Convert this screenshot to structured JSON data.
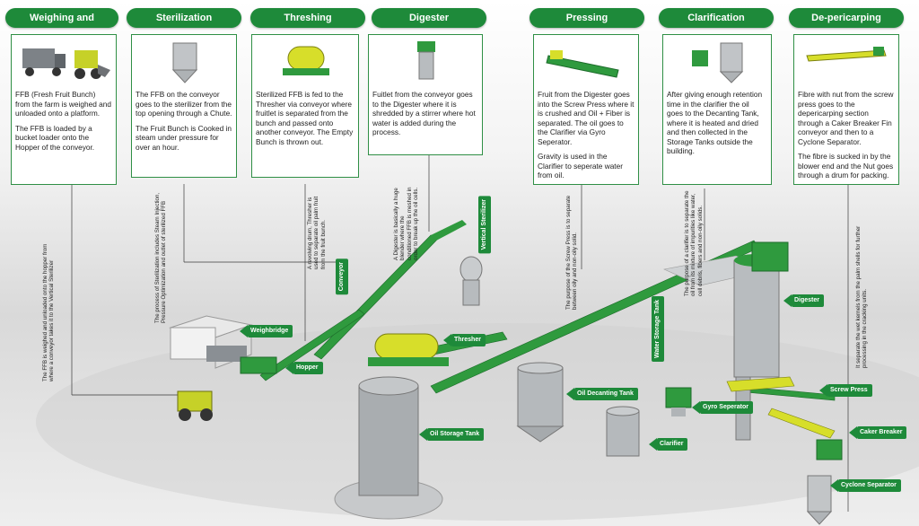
{
  "headers": [
    "Weighing and Uploading",
    "Sterilization",
    "Threshing",
    "Digester",
    "Pressing",
    "Clarification",
    "De-pericarping"
  ],
  "boxes": [
    {
      "p1": "FFB (Fresh Fruit Bunch) from the farm is weighed and unloaded onto a platform.",
      "p2": "The FFB is loaded by a bucket loader onto the Hopper of the conveyor."
    },
    {
      "p1": "The FFB on the conveyor goes to the sterilizer from the top opening through a Chute.",
      "p2": "The Fruit Bunch is Cooked in steam under pressure for over an hour."
    },
    {
      "p1": "Sterilized FFB is fed to the Thresher via conveyor where fruitlet is separated from the bunch and passed onto another conveyor. The Empty Bunch is thrown out."
    },
    {
      "p1": "Fuitlet from the conveyor goes to the Digester where it is shredded by a stirrer where hot water is added during the process."
    },
    {
      "p1": "Fruit from the Digester goes into the Screw Press where it is crushed and Oil + Fiber is separated. The oil goes to the Clarifier via Gyro Seperator.",
      "p2": "Gravity is used in the Clarifier to seperate water from oil."
    },
    {
      "p1": "After giving enough retention time in the clarifier the oil goes to the Decanting Tank, where it is heated and dried and then collected in the Storage Tanks outside the building."
    },
    {
      "p1": "Fibre with nut from the screw press goes to the depericarping section through a Caker Breaker Fin conveyor and then to a Cyclone Separator.",
      "p2": "The fibre is sucked in by the blower end and the Nut goes through a drum for packing."
    }
  ],
  "notes": [
    "The FFB is weighed and unloaded onto the hopper from where a conveyor takes it to the Vertical Sterilizer",
    "The process of Sterilization includes Steam Injection, Pressure Optimization and outlet of sterilized FFB",
    "A revolving drum, Thresher is used to separate oil palm fruit from the fruit bunch.",
    "A Digester is basically a huge blender where the conditioned FFB is meshed in order to break up the oil cells.",
    "The purpose of the Screw Press is to separate between oily and non-oily solid.",
    "The purpose of a clarifier is to separate the oil from its mixture of impurities like water, cell debris, fibers and non-oily solids.",
    "It separate the wet kernels from the palm shells for further processing in the cracking units."
  ],
  "labels": {
    "weighbridge": "Weighbridge",
    "hopper": "Hopper",
    "conveyor": "Conveyor",
    "vsterilizer": "Vertical Sterilizer",
    "thresher": "Thresher",
    "water_tank": "Water Storage Tank",
    "digester": "Digester",
    "screw_press": "Screw Press",
    "oil_decanting": "Oil Decanting Tank",
    "gyro": "Gyro Seperator",
    "clarifier": "Clarifier",
    "caker": "Caker Breaker",
    "cyclone": "Cyclone Separator",
    "oil_storage": "Oil Storage Tank"
  },
  "colors": {
    "accent": "#1e8a3a",
    "machine_yellow": "#d7de2a",
    "tank_grey": "#a9adb0"
  }
}
